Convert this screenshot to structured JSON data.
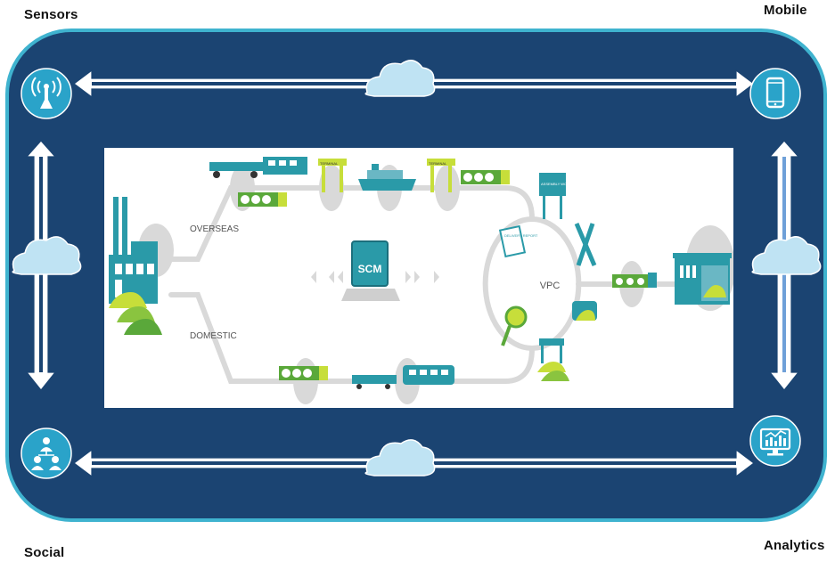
{
  "corners": {
    "top_left": "Sensors",
    "top_right": "Mobile",
    "bottom_left": "Social",
    "bottom_right": "Analytics"
  },
  "icons": {
    "sensors": "antenna-icon",
    "mobile": "smartphone-icon",
    "social": "people-network-icon",
    "analytics": "monitor-chart-icon",
    "connector": "cloud-icon"
  },
  "supply_chain": {
    "route_top": "OVERSEAS",
    "route_bottom": "DOMESTIC",
    "center_label": "SCM",
    "hub_label": "VPC",
    "terminal_label": "TERMINAL",
    "assembly_label": "ASSEMBLY WORK",
    "delivery_label": "DELIVERY REPORT"
  },
  "colors": {
    "frame": "#1b4472",
    "frame_border": "#3fb3cf",
    "badge": "#2aa3c9",
    "cloud": "#bfe3f3",
    "teal": "#2a9aa8",
    "green": "#5aa83a",
    "lime": "#c7de3a",
    "grey": "#d9d9d9"
  }
}
